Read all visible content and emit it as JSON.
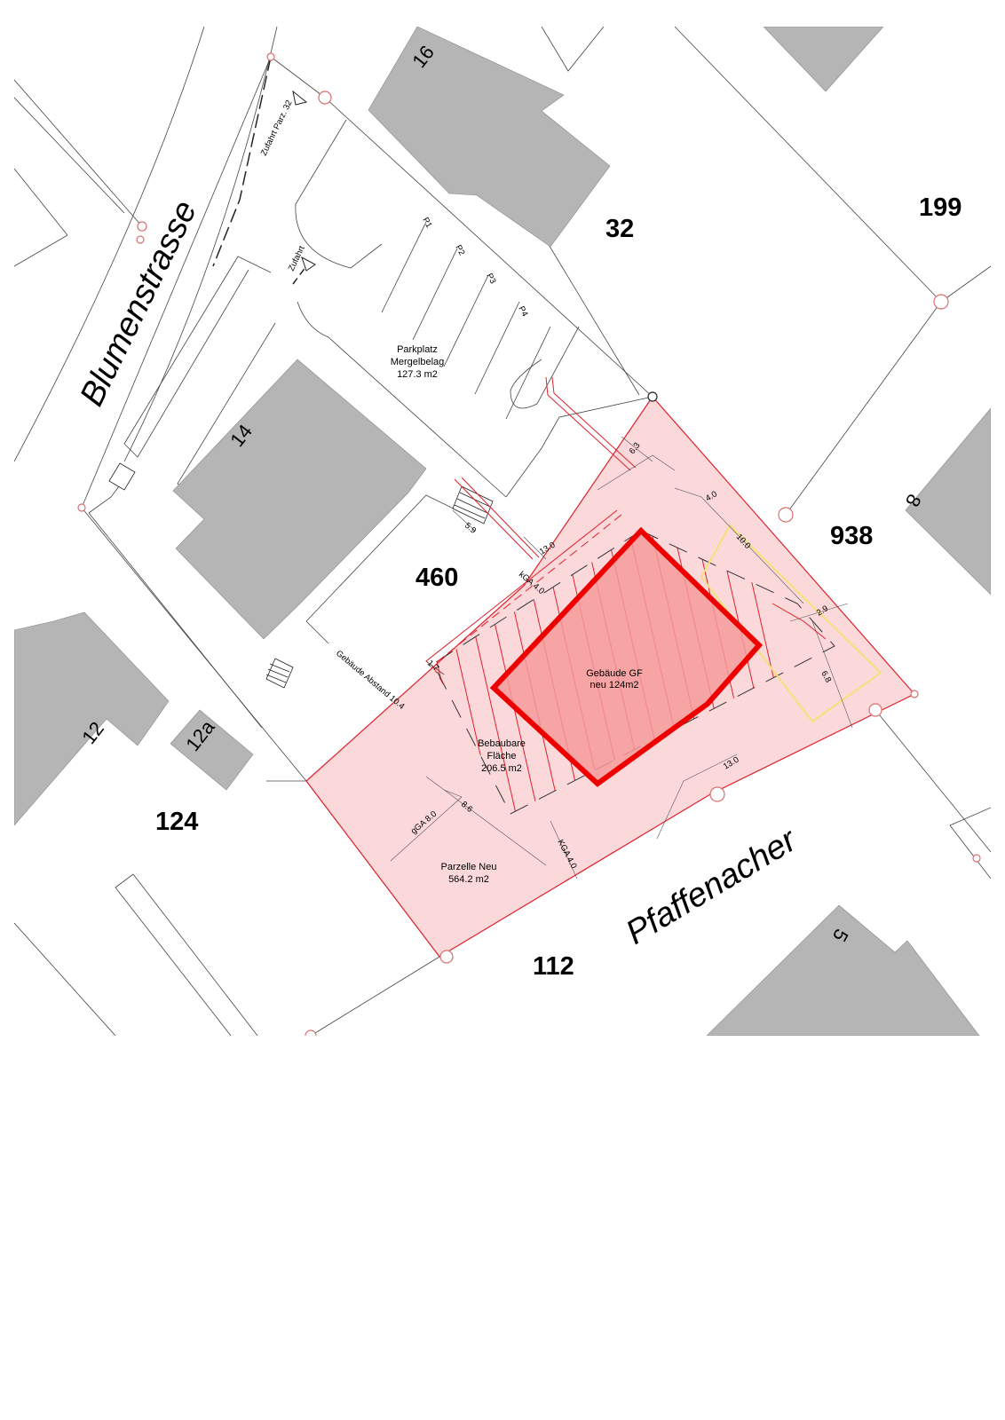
{
  "streets": {
    "blumenstrasse": "Blumenstrasse",
    "pfaffenacher": "Pfaffenacher"
  },
  "parcels": {
    "p32": "32",
    "p199": "199",
    "p460": "460",
    "p938": "938",
    "p124": "124",
    "p112": "112"
  },
  "house_numbers": {
    "h16": "16",
    "h14": "14",
    "h12": "12",
    "h12a": "12a",
    "h8": "8",
    "h5": "5"
  },
  "access": {
    "zufahrt_parz": "Zufahrt Parz. 32",
    "zufahrt": "Zufahrt"
  },
  "parking": {
    "spots": [
      "P1",
      "P2",
      "P3",
      "P4"
    ],
    "label_line1": "Parkplatz",
    "label_line2": "Mergelbelag",
    "label_line3": "127.3 m2"
  },
  "building_new": {
    "line1": "Gebäude GF",
    "line2": "neu 124m2"
  },
  "buildable_area": {
    "line1": "Bebaubare",
    "line2": "Fläche",
    "line3": "206.5 m2"
  },
  "parcel_new": {
    "line1": "Parzelle Neu",
    "line2": "564.2 m2"
  },
  "dimensions": {
    "d_6_3": "6.3",
    "d_4_0": "4.0",
    "d_10_0": "10.0",
    "d_13_0_top": "13.0",
    "d_5_9": "5.9",
    "d_kga_top": "kGA 4.0",
    "d_2_9": "2.9",
    "d_6_8": "6.8",
    "d_1_7": "1.7",
    "d_gebaeude_abstand": "Gebäude Abstand 10.4",
    "d_13_0_bottom": "13.0",
    "d_8_6": "8.6",
    "d_gga": "gGA 8.0",
    "d_kga_bottom": "KGA 4.0"
  },
  "colors": {
    "parcel_fill": "#fbd9db",
    "parcel_line": "#e0202a",
    "building_new_fill": "#f59a9a",
    "building_new_line": "#ee0000",
    "existing_building": "#b5b5b5",
    "yellow_outline": "#f3e27a",
    "boundary_point": "#d87070"
  }
}
